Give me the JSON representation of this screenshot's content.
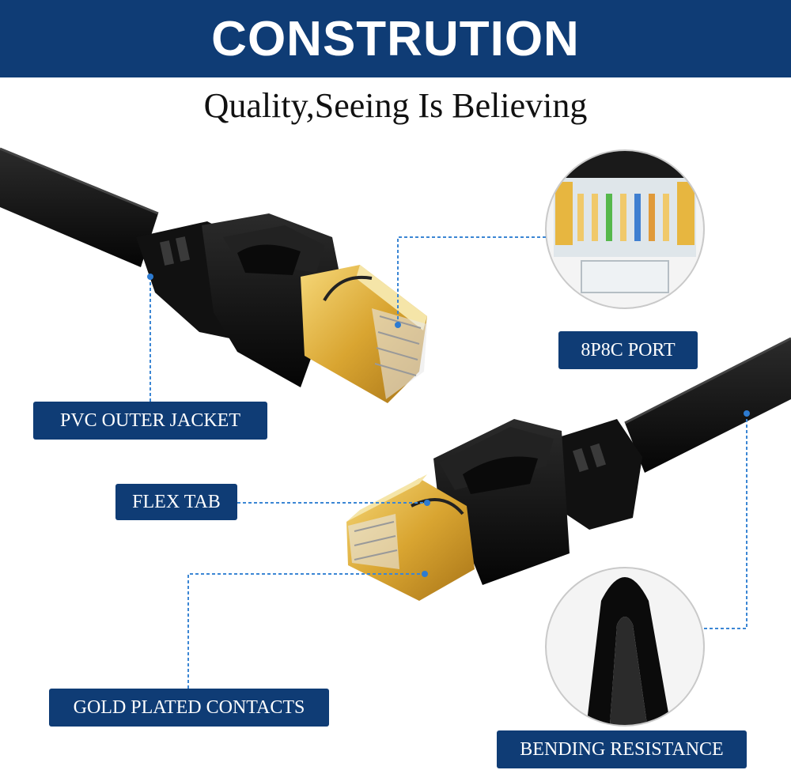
{
  "header": {
    "title": "CONSTRUTION",
    "subtitle": "Quality,Seeing Is Believing"
  },
  "labels": {
    "port": "8P8C PORT",
    "jacket": "PVC OUTER JACKET",
    "flex_tab": "FLEX TAB",
    "gold_contacts": "GOLD PLATED CONTACTS",
    "bending": "BENDING RESISTANCE"
  },
  "colors": {
    "banner": "#0f3c75",
    "callout_line": "#3b86d4",
    "cable": "#0d0d0d",
    "gold": "#e2b440"
  }
}
